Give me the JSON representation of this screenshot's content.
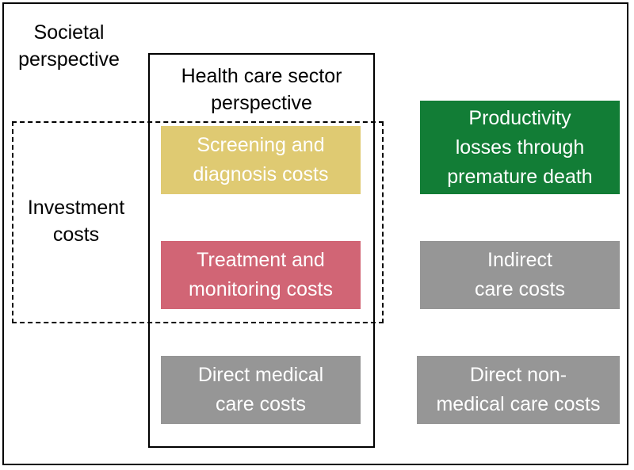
{
  "labels": {
    "societal_line1": "Societal",
    "societal_line2": "perspective",
    "health_line1": "Health care sector",
    "health_line2": "perspective",
    "investment_line1": "Investment",
    "investment_line2": "costs"
  },
  "boxes": {
    "screening": {
      "line1": "Screening and",
      "line2": "diagnosis costs",
      "color": "#dfca72"
    },
    "treatment": {
      "line1": "Treatment and",
      "line2": "monitoring costs",
      "color": "#d16575"
    },
    "direct_medical": {
      "line1": "Direct medical",
      "line2": "care costs",
      "color": "#969696"
    },
    "productivity": {
      "line1": "Productivity",
      "line2": "losses through",
      "line3": "premature death",
      "color": "#127d36"
    },
    "indirect": {
      "line1": "Indirect",
      "line2": "care costs",
      "color": "#969696"
    },
    "direct_nonmedical": {
      "line1": "Direct non-",
      "line2": "medical care costs",
      "color": "#969696"
    }
  }
}
